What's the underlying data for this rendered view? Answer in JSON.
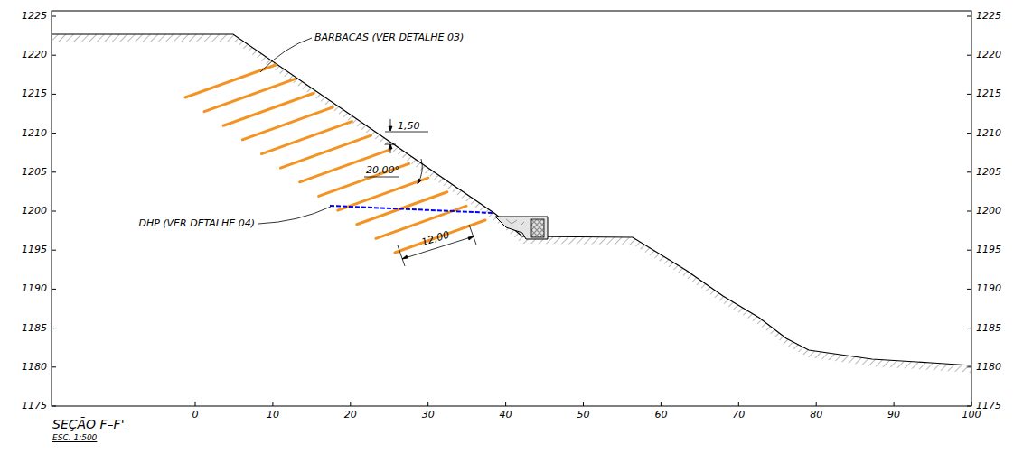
{
  "diagram": {
    "title": "SEÇÃO F–F'",
    "labels": [
      "BARBACÃS (VER DETALHE 03)",
      "1,50",
      "20,00°",
      "12,00",
      "DHP (VER DETALHE 04)",
      "ESC. 1:500",
      "1225",
      "1220",
      "1215",
      "1210",
      "1205",
      "1200",
      "1195",
      "1190",
      "1185",
      "1180",
      "1175",
      "1225",
      "1220",
      "1215",
      "1210",
      "1205",
      "1200",
      "1195",
      "1190",
      "1185",
      "1180",
      "1175",
      "0",
      "10",
      "20",
      "30",
      "40",
      "50",
      "60",
      "70",
      "80",
      "90",
      "100"
    ]
  }
}
